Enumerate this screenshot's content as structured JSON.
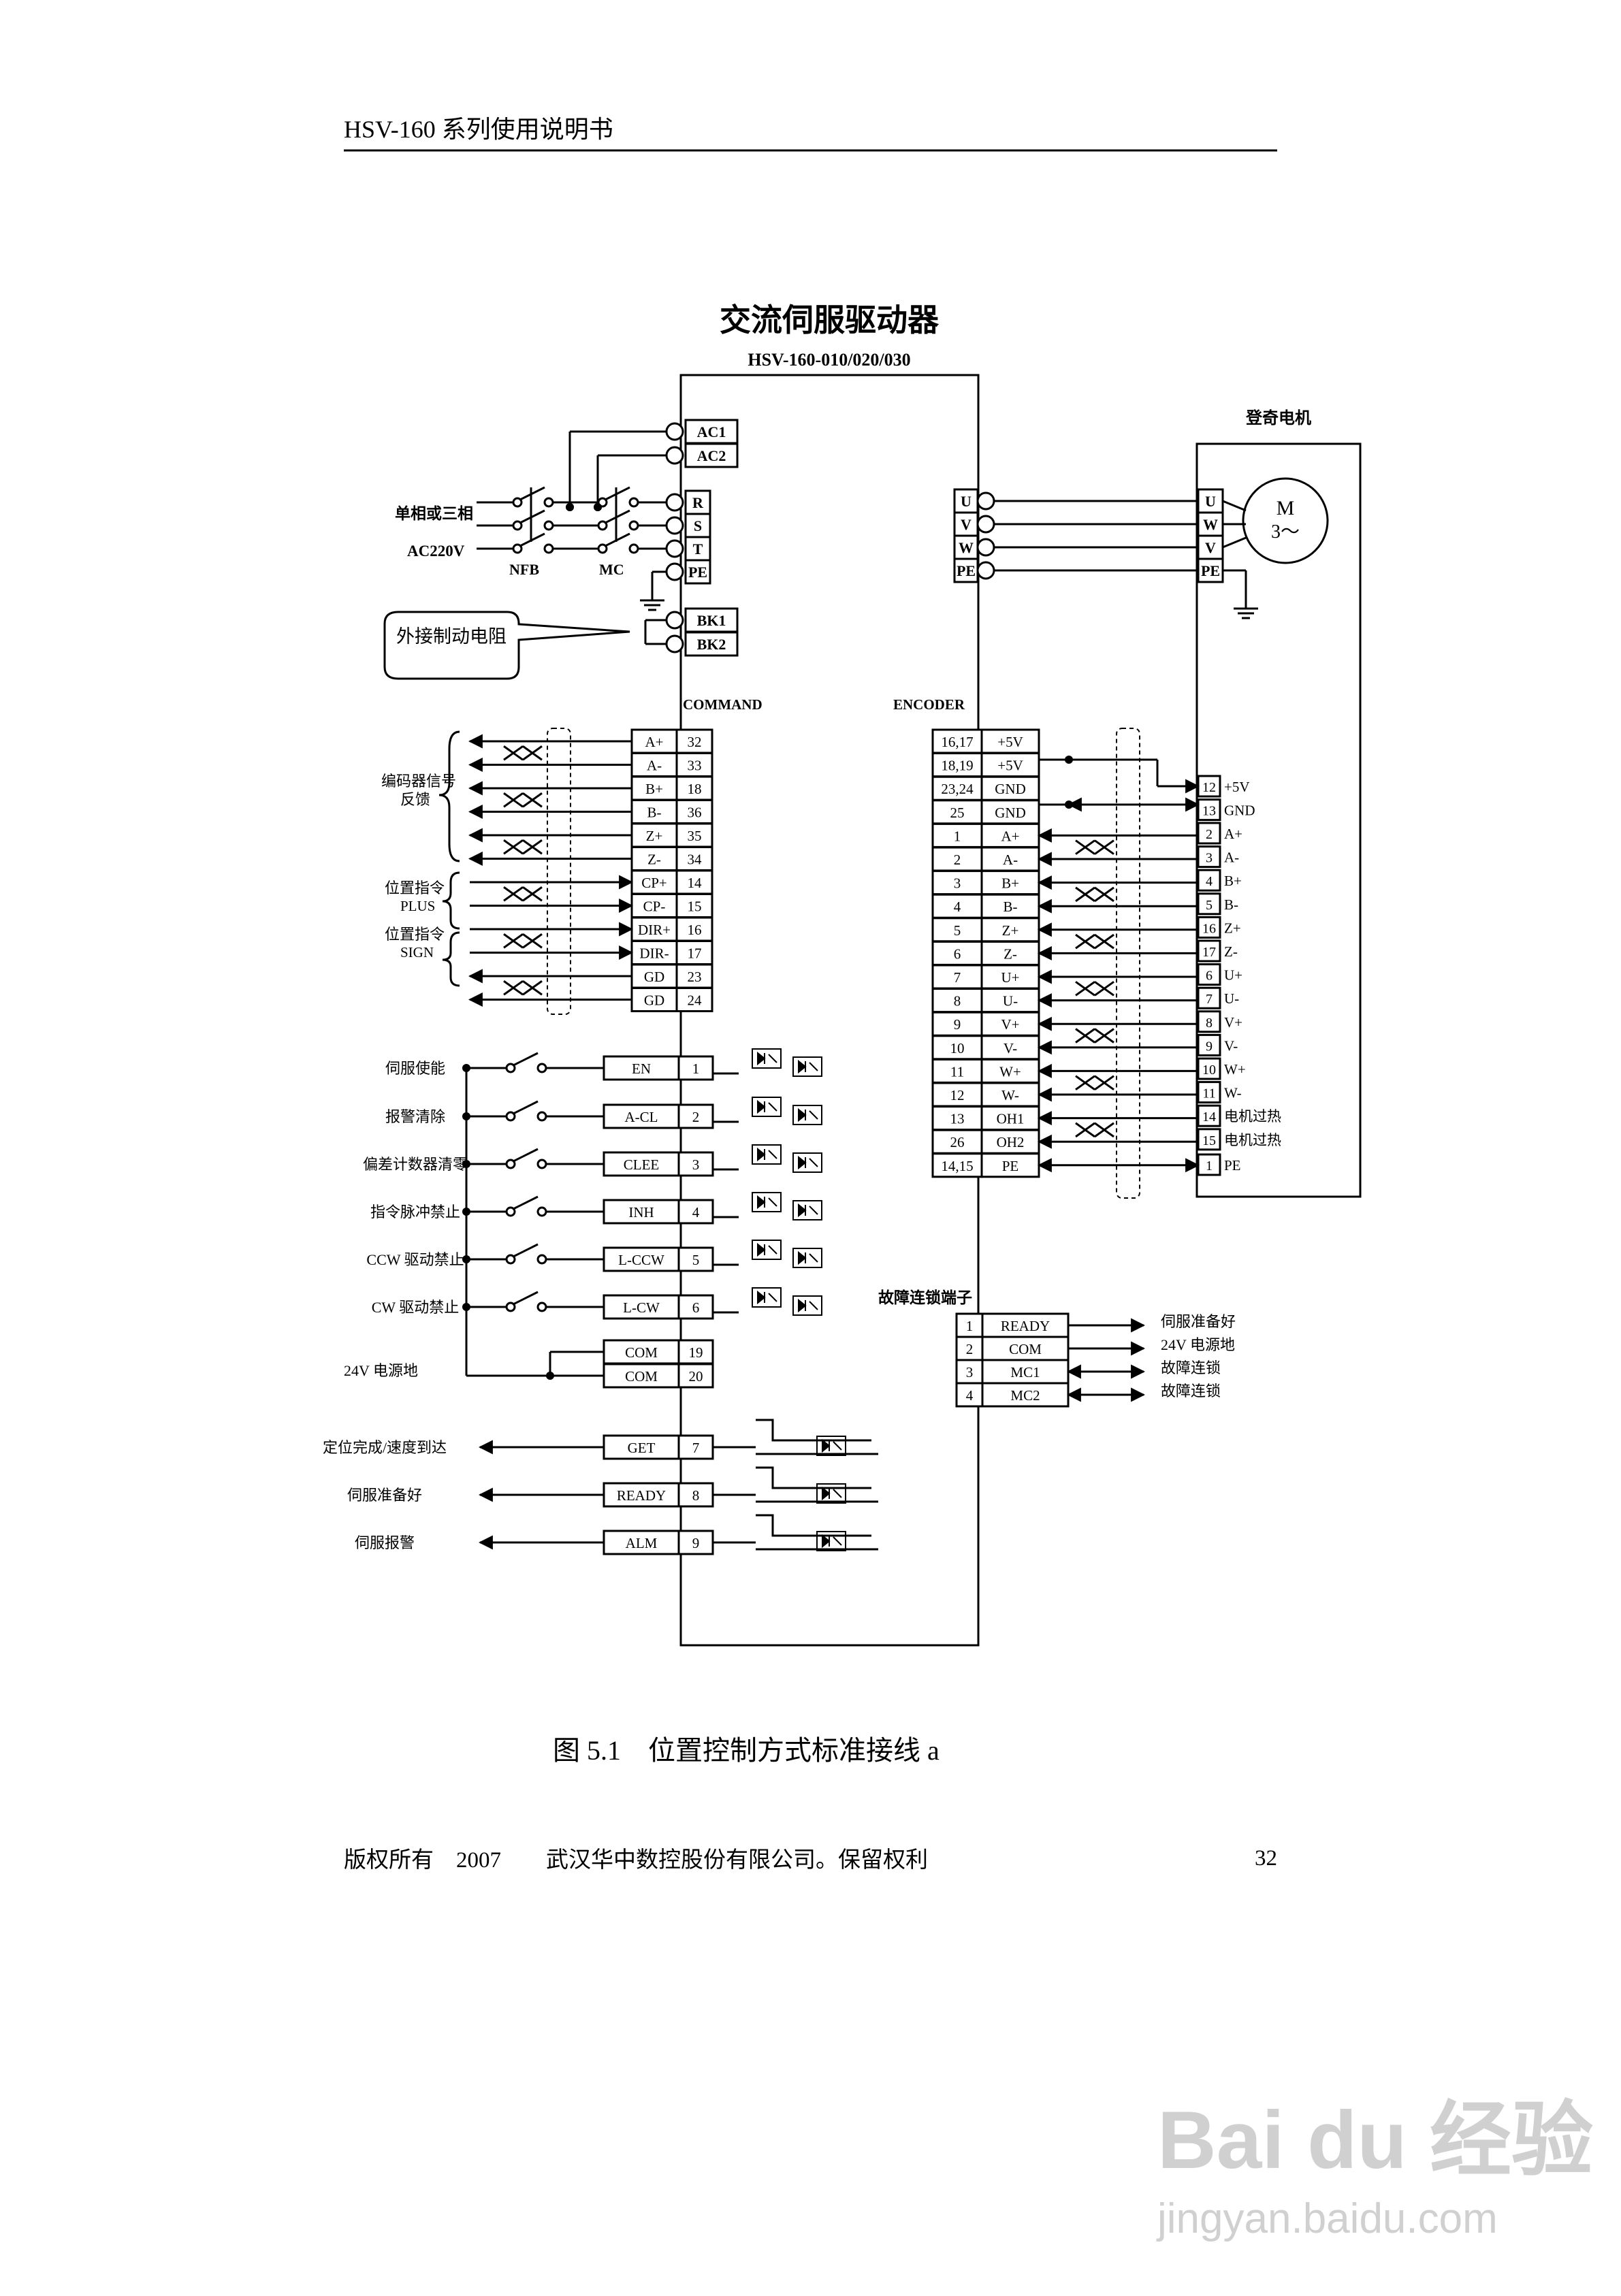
{
  "header": {
    "title": "HSV-160 系列使用说明书"
  },
  "diagram": {
    "title": "交流伺服驱动器",
    "model": "HSV-160-010/020/030",
    "motor_label": "登奇电机",
    "motor_symbol": "M",
    "motor_phase": "3～",
    "power": {
      "supply_lines": [
        "单相或三相",
        "AC220V"
      ],
      "nfb": "NFB",
      "mc": "MC",
      "brake_resistor": "外接制动电阻",
      "ac_terminals": [
        "AC1",
        "AC2"
      ],
      "rst_terminals": [
        "R",
        "S",
        "T",
        "PE"
      ],
      "bk_terminals": [
        "BK1",
        "BK2"
      ],
      "uvw_driver": [
        "U",
        "V",
        "W",
        "PE"
      ],
      "uvw_motor": [
        "U",
        "W",
        "V",
        "PE"
      ]
    },
    "command": {
      "header": "COMMAND",
      "groups": [
        "编码器信号",
        "反馈",
        "位置指令",
        "PLUS",
        "位置指令",
        "SIGN"
      ],
      "pins": [
        {
          "sig": "A+",
          "num": "32"
        },
        {
          "sig": "A-",
          "num": "33"
        },
        {
          "sig": "B+",
          "num": "18"
        },
        {
          "sig": "B-",
          "num": "36"
        },
        {
          "sig": "Z+",
          "num": "35"
        },
        {
          "sig": "Z-",
          "num": "34"
        },
        {
          "sig": "CP+",
          "num": "14"
        },
        {
          "sig": "CP-",
          "num": "15"
        },
        {
          "sig": "DIR+",
          "num": "16"
        },
        {
          "sig": "DIR-",
          "num": "17"
        },
        {
          "sig": "GD",
          "num": "23"
        },
        {
          "sig": "GD",
          "num": "24"
        }
      ],
      "inputs": [
        {
          "label": "伺服使能",
          "sig": "EN",
          "num": "1"
        },
        {
          "label": "报警清除",
          "sig": "A-CL",
          "num": "2"
        },
        {
          "label": "偏差计数器清零",
          "sig": "CLEE",
          "num": "3"
        },
        {
          "label": "指令脉冲禁止",
          "sig": "INH",
          "num": "4"
        },
        {
          "label": "CCW 驱动禁止",
          "sig": "L-CCW",
          "num": "5"
        },
        {
          "label": "CW 驱动禁止",
          "sig": "L-CW",
          "num": "6"
        }
      ],
      "com": [
        {
          "sig": "COM",
          "num": "19"
        },
        {
          "sig": "COM",
          "num": "20"
        }
      ],
      "com_label": "24V 电源地",
      "outputs": [
        {
          "label": "定位完成/速度到达",
          "sig": "GET",
          "num": "7"
        },
        {
          "label": "伺服准备好",
          "sig": "READY",
          "num": "8"
        },
        {
          "label": "伺服报警",
          "sig": "ALM",
          "num": "9"
        }
      ]
    },
    "encoder": {
      "header": "ENCODER",
      "pins": [
        {
          "num": "16,17",
          "sig": "+5V",
          "mnum": "12",
          "msig": "+5V"
        },
        {
          "num": "18,19",
          "sig": "+5V",
          "mnum": "13",
          "msig": "GND"
        },
        {
          "num": "23,24",
          "sig": "GND",
          "mnum": "2",
          "msig": "A+"
        },
        {
          "num": "25",
          "sig": "GND",
          "mnum": "3",
          "msig": "A-"
        },
        {
          "num": "1",
          "sig": "A+",
          "mnum": "4",
          "msig": "B+"
        },
        {
          "num": "2",
          "sig": "A-",
          "mnum": "5",
          "msig": "B-"
        },
        {
          "num": "3",
          "sig": "B+",
          "mnum": "16",
          "msig": "Z+"
        },
        {
          "num": "4",
          "sig": "B-",
          "mnum": "17",
          "msig": "Z-"
        },
        {
          "num": "5",
          "sig": "Z+",
          "mnum": "6",
          "msig": "U+"
        },
        {
          "num": "6",
          "sig": "Z-",
          "mnum": "7",
          "msig": "U-"
        },
        {
          "num": "7",
          "sig": "U+",
          "mnum": "8",
          "msig": "V+"
        },
        {
          "num": "8",
          "sig": "U-",
          "mnum": "9",
          "msig": "V-"
        },
        {
          "num": "9",
          "sig": "V+",
          "mnum": "10",
          "msig": "W+"
        },
        {
          "num": "10",
          "sig": "V-",
          "mnum": "11",
          "msig": "W-"
        },
        {
          "num": "11",
          "sig": "W+",
          "mnum": "14",
          "msig": "电机过热"
        },
        {
          "num": "12",
          "sig": "W-",
          "mnum": "15",
          "msig": "电机过热"
        },
        {
          "num": "13",
          "sig": "OH1",
          "mnum": "1",
          "msig": "PE"
        },
        {
          "num": "26",
          "sig": "OH2",
          "mnum": "",
          "msig": ""
        },
        {
          "num": "14,15",
          "sig": "PE",
          "mnum": "",
          "msig": ""
        }
      ]
    },
    "fault": {
      "title": "故障连锁端子",
      "pins": [
        {
          "num": "1",
          "sig": "READY",
          "label": "伺服准备好"
        },
        {
          "num": "2",
          "sig": "COM",
          "label": "24V 电源地"
        },
        {
          "num": "3",
          "sig": "MC1",
          "label": "故障连锁"
        },
        {
          "num": "4",
          "sig": "MC2",
          "label": "故障连锁"
        }
      ]
    }
  },
  "caption": "图 5.1　位置控制方式标准接线 a",
  "footer": {
    "copyright": "版权所有　2007　　武汉华中数控股份有限公司。保留权利",
    "page": "32"
  },
  "watermark": {
    "brand": "Bai du 经验",
    "url": "jingyan.baidu.com"
  }
}
